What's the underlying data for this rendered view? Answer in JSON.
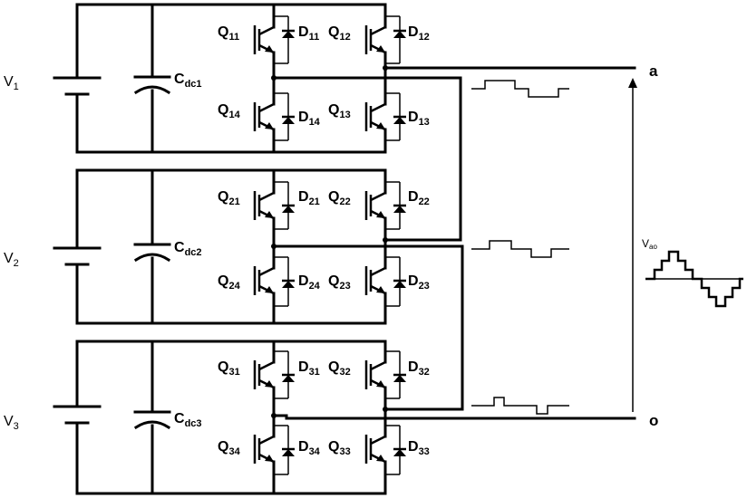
{
  "cells": [
    {
      "source": {
        "main": "V",
        "sub": "1"
      },
      "capacitor": {
        "main": "C",
        "sub": "dc1"
      },
      "switches": [
        {
          "q": "11",
          "d": "11"
        },
        {
          "q": "12",
          "d": "12"
        },
        {
          "q": "14",
          "d": "14"
        },
        {
          "q": "13",
          "d": "13"
        }
      ]
    },
    {
      "source": {
        "main": "V",
        "sub": "2"
      },
      "capacitor": {
        "main": "C",
        "sub": "dc2"
      },
      "switches": [
        {
          "q": "21",
          "d": "21"
        },
        {
          "q": "22",
          "d": "22"
        },
        {
          "q": "24",
          "d": "24"
        },
        {
          "q": "23",
          "d": "23"
        }
      ]
    },
    {
      "source": {
        "main": "V",
        "sub": "3"
      },
      "capacitor": {
        "main": "C",
        "sub": "dc3"
      },
      "switches": [
        {
          "q": "31",
          "d": "31"
        },
        {
          "q": "32",
          "d": "32"
        },
        {
          "q": "34",
          "d": "34"
        },
        {
          "q": "33",
          "d": "33"
        }
      ]
    }
  ],
  "terminals": {
    "top": "a",
    "bottom": "o"
  },
  "output_voltage": {
    "main": "V",
    "sub": "ao"
  },
  "q_letter": "Q",
  "d_letter": "D"
}
